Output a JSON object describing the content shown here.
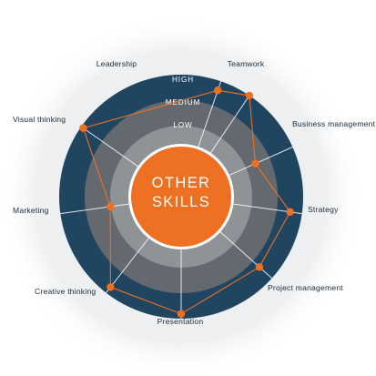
{
  "chart_data": {
    "type": "radar",
    "center_title_line1": "OTHER",
    "center_title_line2": "SKILLS",
    "levels": [
      "LOW",
      "MEDIUM",
      "HIGH"
    ],
    "scale": [
      0,
      3
    ],
    "categories": [
      "Leadership",
      "Teamwork",
      "Business management",
      "Strategy",
      "Project management",
      "Presentation",
      "Creative thinking",
      "Marketing",
      "Visual thinking"
    ],
    "values": [
      2.6,
      3.0,
      1.3,
      2.5,
      2.3,
      2.8,
      2.7,
      0.9,
      2.9
    ],
    "colors": {
      "ring_high": "#1f4560",
      "ring_medium": "#63696f",
      "ring_low": "#8f9398",
      "center": "#ee7022",
      "series": "#ee7022",
      "spokes": "#ffffff"
    }
  }
}
